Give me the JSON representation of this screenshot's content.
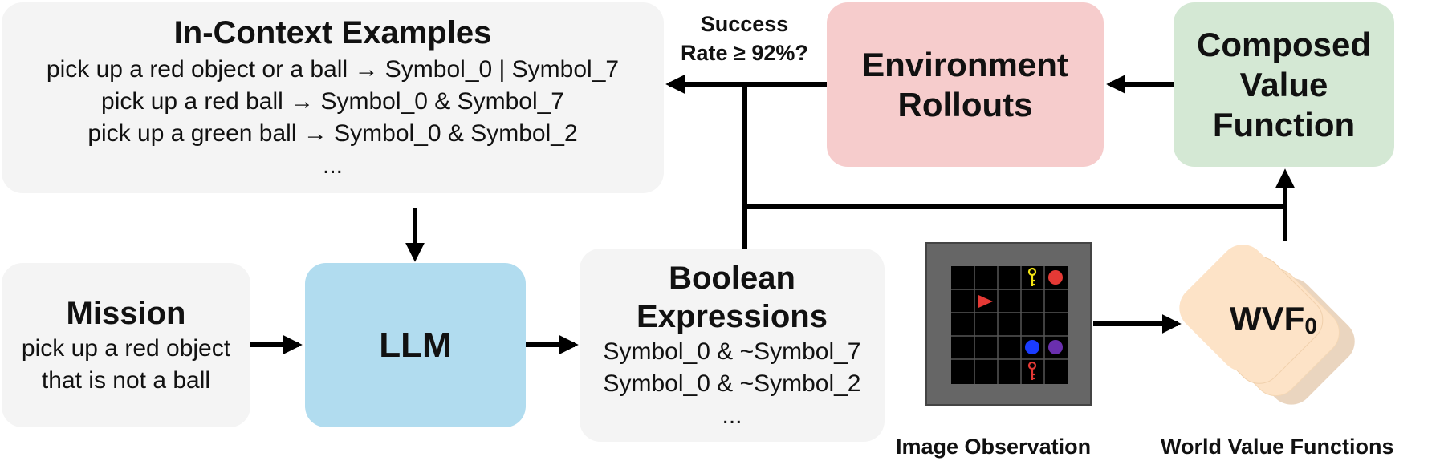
{
  "in_context": {
    "title": "In-Context Examples",
    "lines": [
      "pick up a red object or a ball → Symbol_0 | Symbol_7",
      "pick up a red ball → Symbol_0 & Symbol_7",
      "pick up a green ball → Symbol_0 & Symbol_2",
      "..."
    ]
  },
  "mission": {
    "title": "Mission",
    "lines": [
      "pick up a red object",
      "that is not a ball"
    ]
  },
  "llm": {
    "label": "LLM"
  },
  "boolean": {
    "title_line1": "Boolean",
    "title_line2": "Expressions",
    "lines": [
      "Symbol_0 & ~Symbol_7",
      "Symbol_0 & ~Symbol_2",
      "..."
    ]
  },
  "success": {
    "line1": "Success",
    "line2": "Rate ≥ 92%?"
  },
  "environment": {
    "line1": "Environment",
    "line2": "Rollouts"
  },
  "composed": {
    "line1": "Composed",
    "line2": "Value",
    "line3": "Function"
  },
  "wvf": {
    "label": "WVF",
    "subscript": "0"
  },
  "captions": {
    "image": "Image Observation",
    "wvf": "World Value Functions"
  },
  "colors": {
    "gray_box": "#f4f4f4",
    "llm_box": "#b1dcef",
    "env_box": "#f6cccc",
    "composed_box": "#d4e8d4",
    "wvf_card": "#fde3c7",
    "agent_red": "#e53935",
    "key_yellow": "#f2e313",
    "ball_blue": "#1a3cff",
    "ball_purple": "#6a2fae"
  }
}
